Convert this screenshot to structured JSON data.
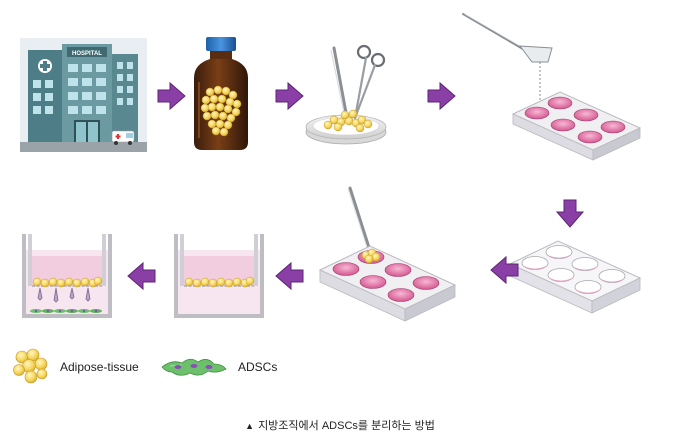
{
  "hospital": {
    "sign": "HOSPITAL"
  },
  "legend": {
    "items": [
      {
        "label": "Adipose-tissue",
        "icon": "adipose-tissue-icon"
      },
      {
        "label": "ADSCs",
        "icon": "adscs-cell-icon"
      }
    ]
  },
  "caption": {
    "marker": "▲",
    "text": "지방조직에서 ADSCs를 분리하는 방법"
  },
  "colors": {
    "arrow": "#8a3fa6",
    "tissue": "#f4d55a",
    "medium": "#f3d3e3",
    "well": "#e07aa8",
    "cell": "#6cc06c"
  }
}
